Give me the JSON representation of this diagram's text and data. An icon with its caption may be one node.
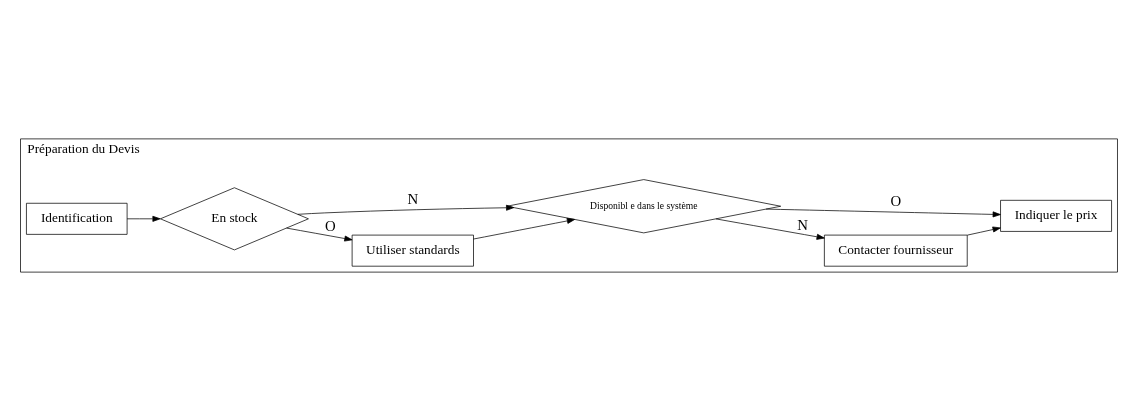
{
  "diagram": {
    "nodes": [
      {
        "text": [
          "Préparation du Devis"
        ]
      },
      {
        "text": [
          "Utiliser standards"
        ],
        "in": 0
      },
      {
        "text": [
          "Contacter fournisseur"
        ],
        "in": 0
      },
      {
        "text": [
          "En stock"
        ],
        "in": 0
      },
      {
        "text": [
          "Disponibl e dans le système"
        ],
        "in": 0
      },
      {
        "text": [
          "Identification"
        ],
        "in": 0
      },
      {
        "text": [
          "Indiquer le prix"
        ],
        "in": 0
      }
    ],
    "edges": [
      {
        "from": 5,
        "to": 3,
        "arrow": "to"
      },
      {
        "from": 3,
        "to": 1,
        "arrow": "to",
        "label": "O"
      },
      {
        "from": 3,
        "to": 4,
        "arrow": "to",
        "label": "N"
      },
      {
        "from": 1,
        "to": 4,
        "arrow": "to"
      },
      {
        "from": 4,
        "to": 2,
        "arrow": "to",
        "label": "N"
      },
      {
        "from": 4,
        "to": 6,
        "arrow": "to",
        "label": "O"
      },
      {
        "from": 2,
        "to": 6,
        "arrow": "to"
      }
    ]
  }
}
